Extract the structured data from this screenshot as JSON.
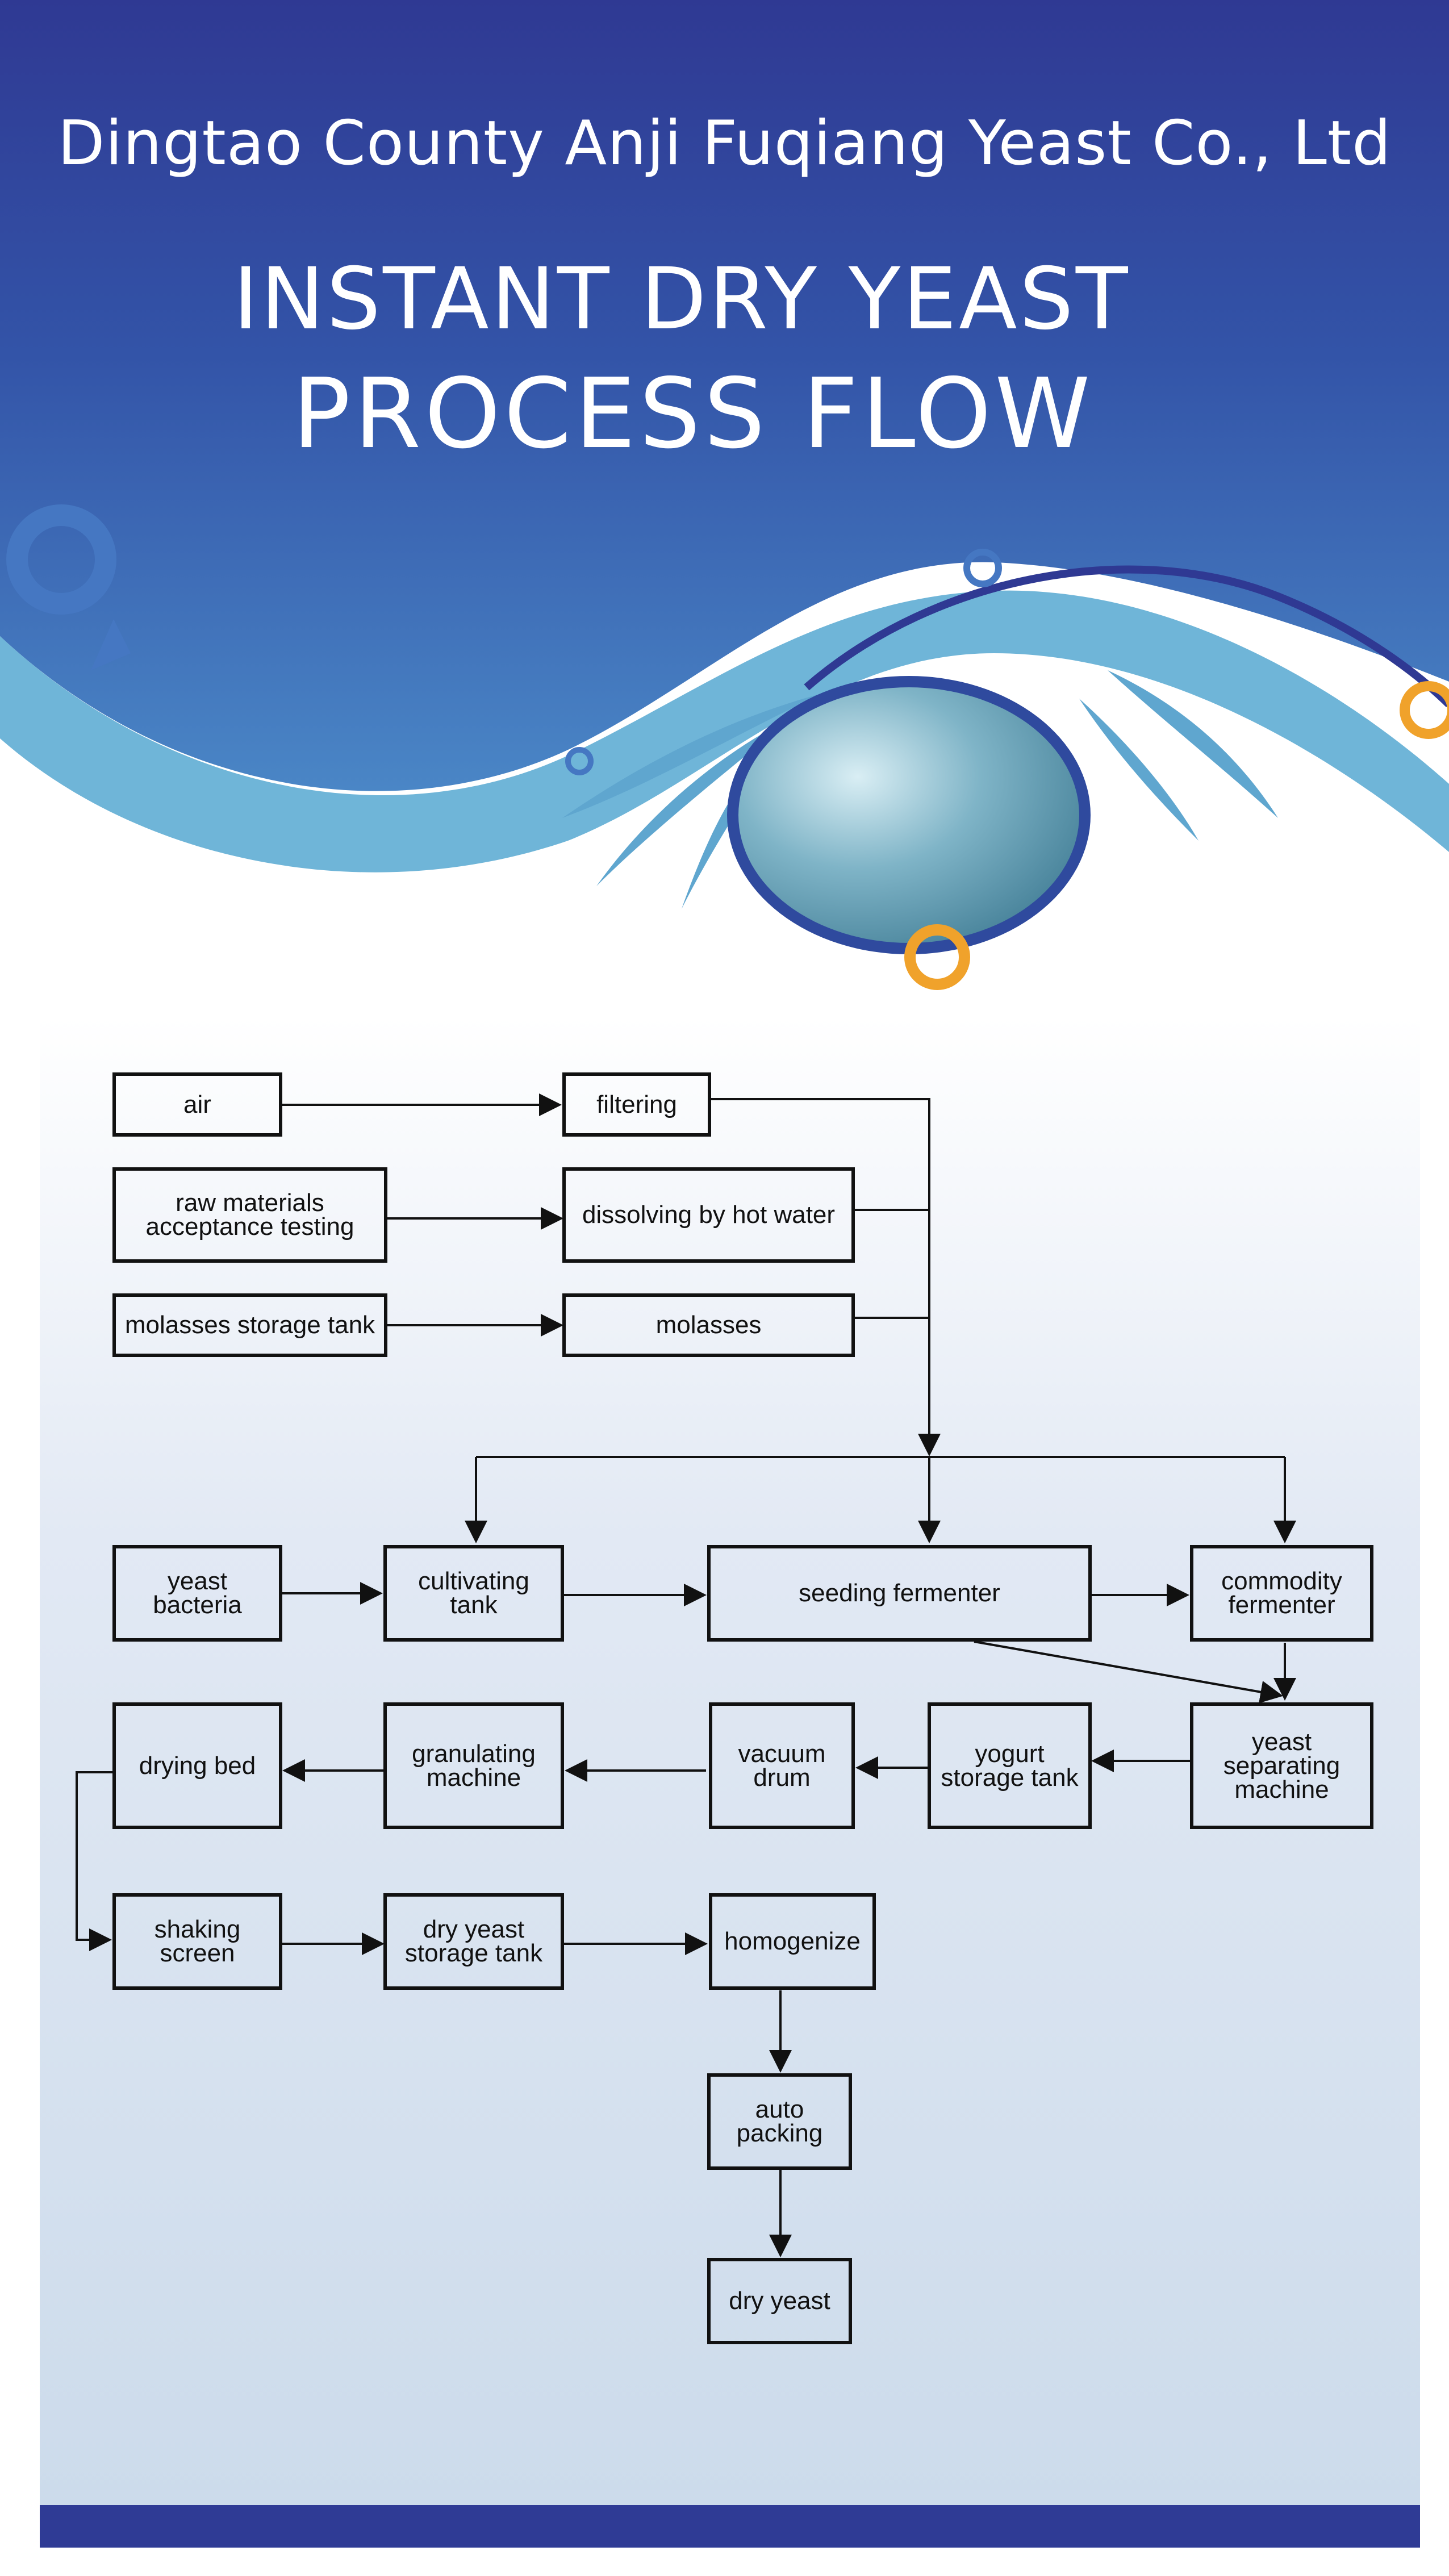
{
  "header": {
    "company": "Dingtao County Anji Fuqiang Yeast Co., Ltd",
    "title_line1": "INSTANT DRY YEAST",
    "title_line2": "PROCESS FLOW"
  },
  "colors": {
    "header_dark": "#2f3993",
    "header_mid": "#3a62b0",
    "wave_light": "#6fb5d8",
    "accent_orange": "#f0a22b",
    "box_border": "#111111",
    "bottom_bar": "#2f3b95"
  },
  "flow": {
    "nodes": {
      "air": "air",
      "filtering": "filtering",
      "raw_materials": "raw materials\nacceptance testing",
      "dissolving": "dissolving by hot water",
      "molasses_tank": "molasses storage tank",
      "molasses": "molasses",
      "yeast_bacteria": "yeast\nbacteria",
      "cultivating": "cultivating\ntank",
      "seeding": "seeding fermenter",
      "commodity": "commodity\nfermenter",
      "separating": "yeast\nseparating\nmachine",
      "yogurt": "yogurt\nstorage tank",
      "vacuum": "vacuum\ndrum",
      "granulating": "granulating\nmachine",
      "drying_bed": "drying bed",
      "shaking": "shaking\nscreen",
      "dry_storage": "dry yeast\nstorage tank",
      "homogenize": "homogenize",
      "auto_packing": "auto\npacking",
      "dry_yeast": "dry yeast"
    }
  }
}
